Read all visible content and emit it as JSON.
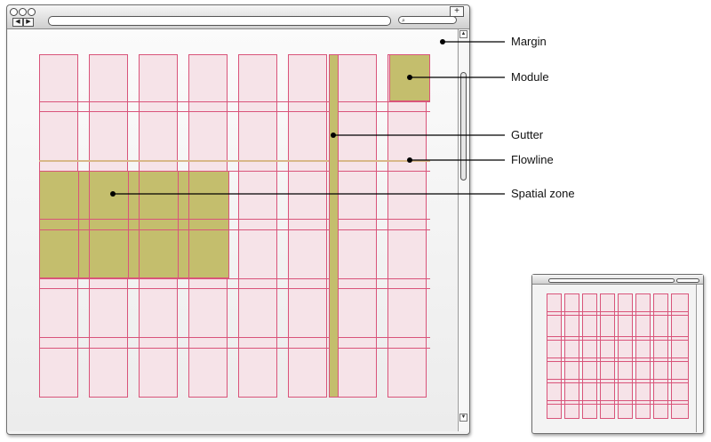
{
  "callouts": {
    "margin": "Margin",
    "module": "Module",
    "gutter": "Gutter",
    "flowline": "Flowline",
    "spatial_zone": "Spatial zone"
  },
  "colors": {
    "grid_fill": "#f6e3e8",
    "grid_stroke": "#d9547a",
    "highlight": "#c4be6d",
    "flowline": "#d8b888"
  },
  "icons": {
    "window_controls": [
      "close-icon",
      "minimize-icon",
      "zoom-icon"
    ],
    "nav": [
      "back-arrow-icon",
      "forward-arrow-icon"
    ],
    "search": "search-icon",
    "new_tab": "plus-icon"
  }
}
